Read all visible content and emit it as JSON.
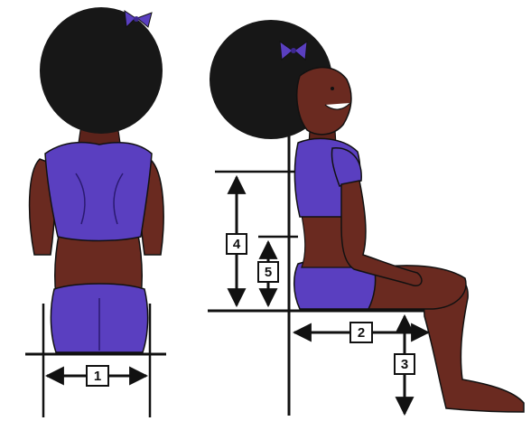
{
  "diagram": {
    "labels": [
      {
        "id": "1",
        "text": "1"
      },
      {
        "id": "2",
        "text": "2"
      },
      {
        "id": "3",
        "text": "3"
      },
      {
        "id": "4",
        "text": "4"
      },
      {
        "id": "5",
        "text": "5"
      }
    ],
    "colors": {
      "hair": "#171717",
      "skin": "#6a2a20",
      "skin_dark": "#4d1b14",
      "clothing": "#5a3fc0",
      "clothing_dark": "#3d2790",
      "bow": "#5a3fc0",
      "lines": "#111111",
      "label_box_fill": "#ffffff"
    },
    "icons": [
      "back-view-figure",
      "side-view-figure",
      "dimension-arrow"
    ]
  }
}
